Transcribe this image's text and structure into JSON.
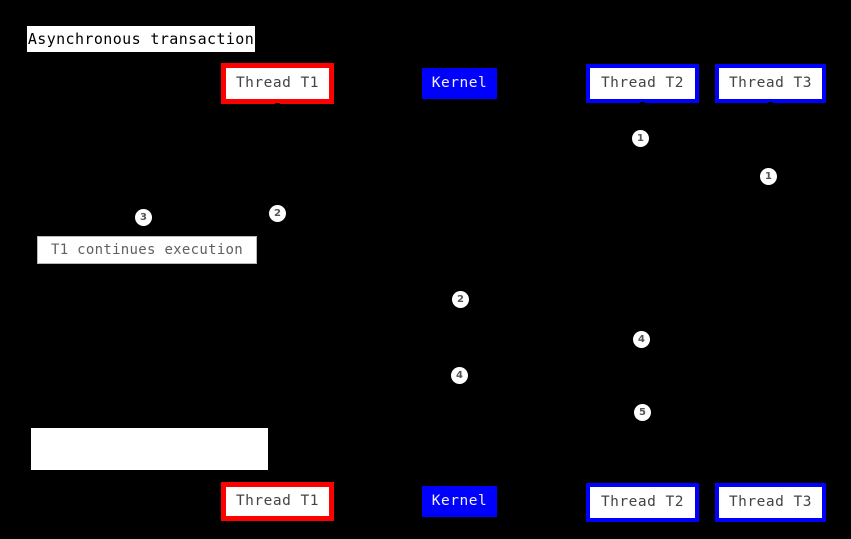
{
  "diagram": {
    "title": "Asynchronous transaction",
    "background_color": "#000000",
    "accent_red": "#ff0000",
    "accent_blue": "#0000ff",
    "badge_fill": "#ffffff",
    "badge_text_color": "#555555"
  },
  "lifelines_top": [
    {
      "label": "Thread T1",
      "style": "red"
    },
    {
      "label": "Kernel",
      "style": "kernel"
    },
    {
      "label": "Thread T2",
      "style": "blue"
    },
    {
      "label": "Thread T3",
      "style": "blue"
    }
  ],
  "lifelines_bottom": [
    {
      "label": "Thread T1",
      "style": "red"
    },
    {
      "label": "Kernel",
      "style": "kernel"
    },
    {
      "label": "Thread T2",
      "style": "blue"
    },
    {
      "label": "Thread T3",
      "style": "blue"
    }
  ],
  "notes": [
    {
      "text": "T1 continues execution"
    },
    {
      "text": ""
    }
  ],
  "badges": [
    {
      "number": "1"
    },
    {
      "number": "1"
    },
    {
      "number": "3"
    },
    {
      "number": "2"
    },
    {
      "number": "2"
    },
    {
      "number": "4"
    },
    {
      "number": "4"
    },
    {
      "number": "5"
    }
  ]
}
